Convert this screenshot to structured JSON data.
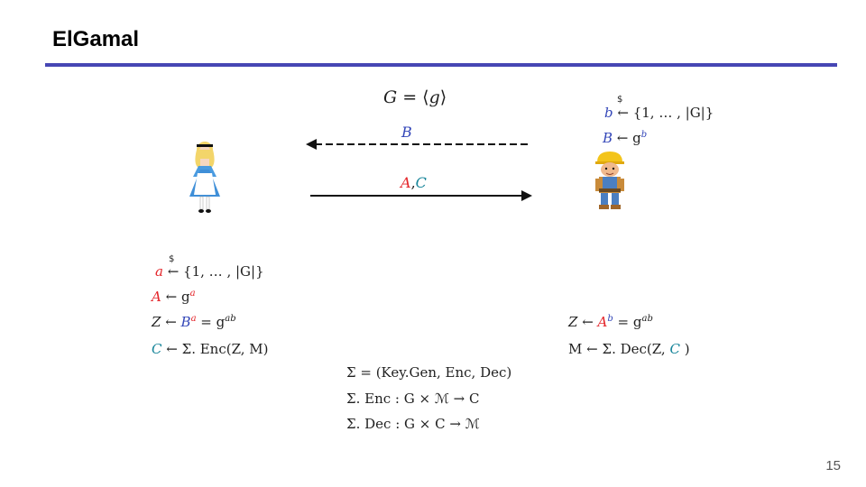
{
  "slide": {
    "title": "ElGamal",
    "page_number": "15"
  },
  "group": {
    "G": "G",
    "eq": " = ⟨",
    "g": "g",
    "close": "⟩"
  },
  "messages": {
    "to_alice": "B",
    "to_bob_A": "A",
    "to_bob_sep": ",",
    "to_bob_C": "C"
  },
  "bob_keygen": {
    "dollar": "$",
    "line1_var": "b",
    "line1_rest": " ← {1, … , |G|}",
    "line2_var": "B",
    "line2_arrow": " ← g",
    "line2_exp": "b"
  },
  "alice": {
    "dollar": "$",
    "line1_var": "a",
    "line1_rest": " ← {1, … , |G|}",
    "line2_var": "A",
    "line2_arrow": " ← g",
    "line2_exp": "a",
    "line3_Z": "Z ← ",
    "line3_B": "B",
    "line3_exp1": "a",
    "line3_mid": " = g",
    "line3_exp2": "ab",
    "line4_C": "C",
    "line4_rest": " ← Σ. Enc(Z, M)"
  },
  "bob_decrypt": {
    "line1_Z": "Z ← ",
    "line1_A": "A",
    "line1_exp1": "b",
    "line1_mid": " = g",
    "line1_exp2": "ab",
    "line2_pre": "M ← Σ. Dec(Z, ",
    "line2_C": "C",
    "line2_post": " )"
  },
  "scheme": {
    "line1": "Σ = (Key.Gen, Enc, Dec)",
    "line2": "Σ. Enc : G × ℳ → C",
    "line3": "Σ. Dec : G × C → ℳ"
  },
  "colors": {
    "rule": "#4646b4",
    "alice_red": "#e4252a",
    "bob_blue": "#3346b8",
    "cipher_teal": "#17859a"
  },
  "icons": {
    "alice": "alice-figure-icon",
    "bob": "bob-builder-figure-icon"
  }
}
